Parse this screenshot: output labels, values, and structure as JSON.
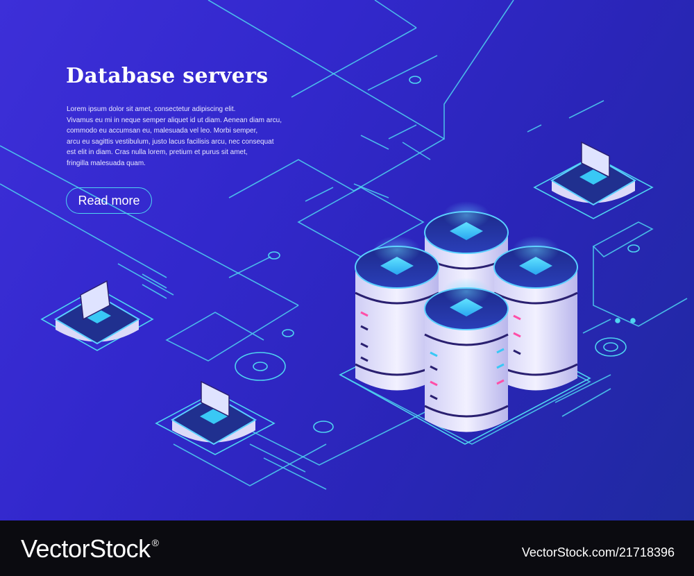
{
  "hero": {
    "title": "Database servers",
    "body_lines": [
      "Lorem ipsum dolor sit amet, consectetur adipiscing elit.",
      "Vivamus eu mi in neque semper aliquet id ut diam. Aenean diam arcu,",
      "commodo eu accumsan eu, malesuada vel leo. Morbi semper,",
      "arcu eu sagittis vestibulum, justo lacus facilisis arcu, nec consequat",
      "est elit in diam. Cras nulla lorem, pretium et purus sit amet,",
      "fringilla malesuada quam."
    ],
    "cta_label": "Read more"
  },
  "footer": {
    "brand": "VectorStock",
    "brand_mark": "®",
    "image_id": "VectorStock.com/21718396"
  },
  "colors": {
    "background_start": "#3d2fd8",
    "background_end": "#1f2aa0",
    "circuit_line": "#4fd4f0",
    "server_top": "#2a7cf0",
    "server_screen": "#39c8f5",
    "server_body": "#ecebff",
    "accent_pink": "#ff4fa8",
    "footer_bg": "#0b0b10"
  },
  "icons": [
    "server-icon",
    "laptop-icon",
    "circuit-node-icon"
  ]
}
